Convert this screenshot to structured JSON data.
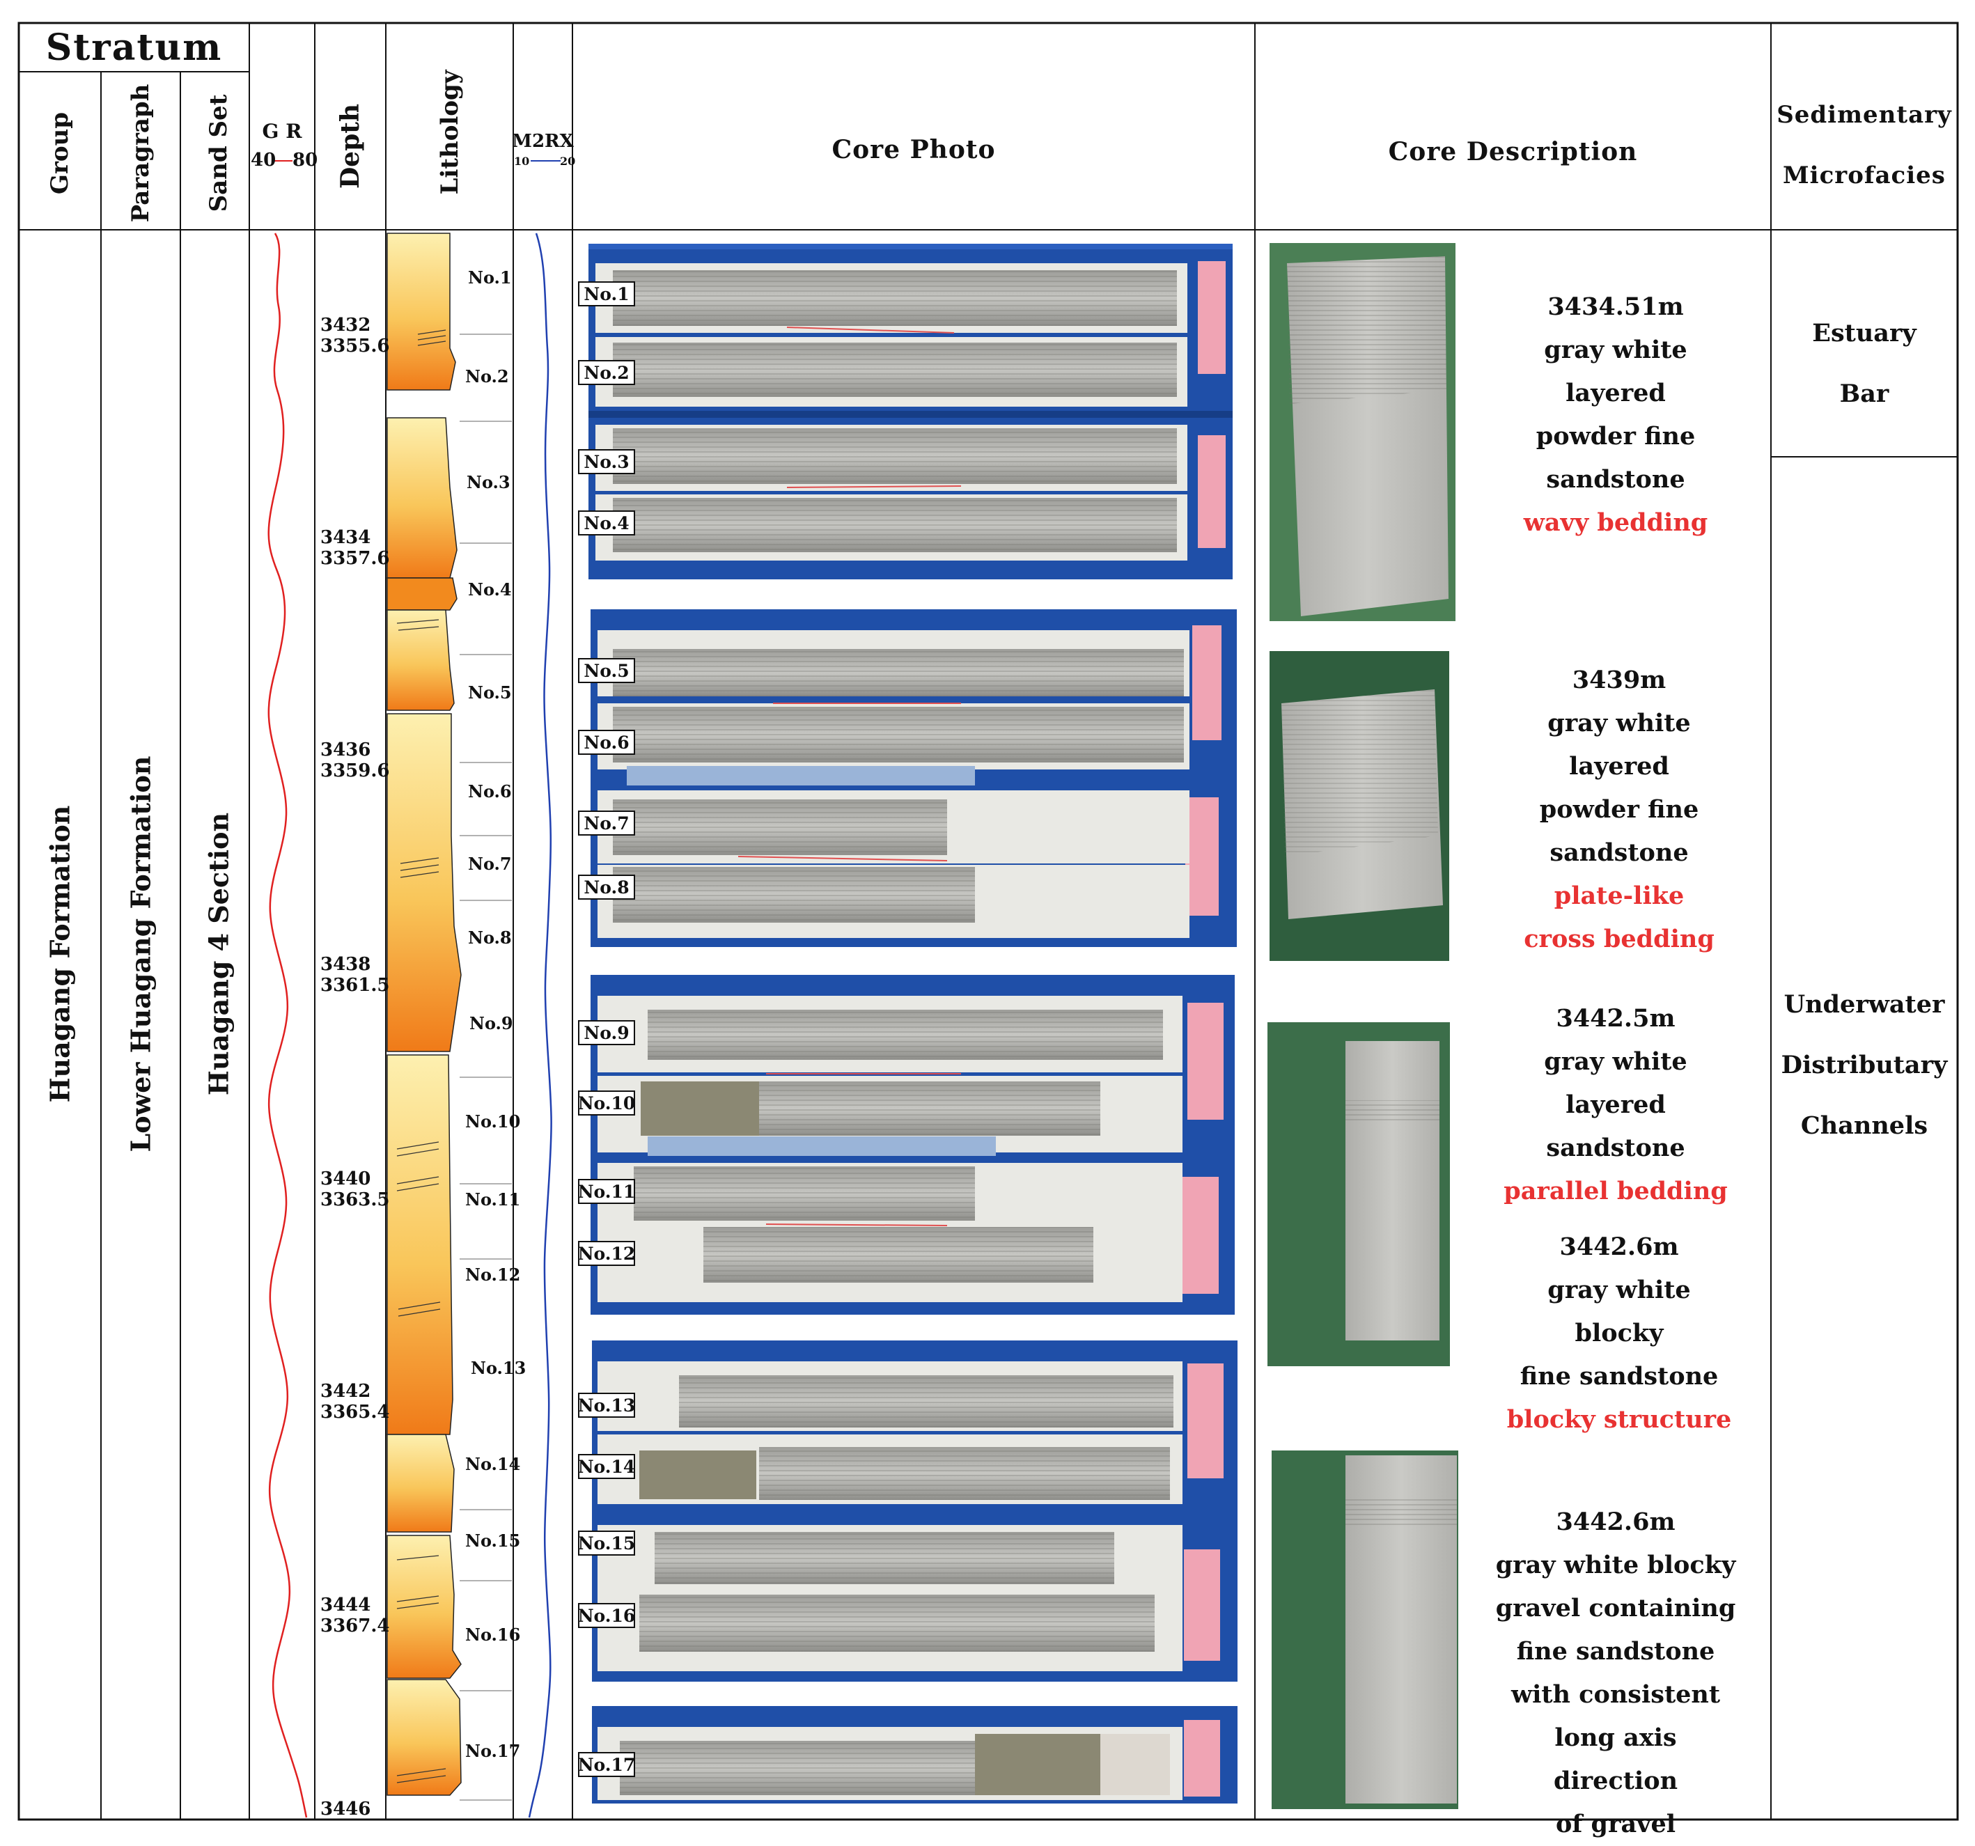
{
  "header": {
    "stratum": "Stratum",
    "group": "Group",
    "paragraph": "Paragraph",
    "sand_set": "Sand Set",
    "gr": "G R",
    "gr_min": "40",
    "gr_max": "80",
    "depth": "Depth",
    "lithology": "Lithology",
    "m2rx": "M2RX",
    "m2rx_min": "10",
    "m2rx_max": "20",
    "core_photo": "Core Photo",
    "core_description": "Core Description",
    "microfacies_line1": "Sedimentary",
    "microfacies_line2": "Microfacies"
  },
  "strata": {
    "group": "Huagang Formation",
    "paragraph": "Lower Huagang Formation",
    "sand_set": "Huagang 4 Section"
  },
  "depth_marks": [
    {
      "md": "3432",
      "tvd": "3355.6"
    },
    {
      "md": "3434",
      "tvd": "3357.6"
    },
    {
      "md": "3436",
      "tvd": "3359.6"
    },
    {
      "md": "3438",
      "tvd": "3361.5"
    },
    {
      "md": "3440",
      "tvd": "3363.5"
    },
    {
      "md": "3442",
      "tvd": "3365.4"
    },
    {
      "md": "3444",
      "tvd": "3367.4"
    },
    {
      "md": "3446",
      "tvd": ""
    }
  ],
  "lithology_labels": [
    "No.1",
    "No.2",
    "No.3",
    "No.4",
    "No.5",
    "No.6",
    "No.7",
    "No.8",
    "No.9",
    "No.10",
    "No.11",
    "No.12",
    "No.13",
    "No.14",
    "No.15",
    "No.16",
    "No.17"
  ],
  "core_tags": [
    "No.1",
    "No.2",
    "No.3",
    "No.4",
    "No.5",
    "No.6",
    "No.7",
    "No.8",
    "No.9",
    "No.10",
    "No.11",
    "No.12",
    "No.13",
    "No.14",
    "No.15",
    "No.16",
    "No.17"
  ],
  "descriptions": [
    {
      "lines": [
        "3434.51m",
        "gray white",
        "layered",
        "powder fine",
        "sandstone"
      ],
      "highlight": [
        "wavy bedding"
      ]
    },
    {
      "lines": [
        "3439m",
        "gray white",
        "layered",
        "powder fine",
        "sandstone"
      ],
      "highlight": [
        "plate-like",
        "cross bedding"
      ]
    },
    {
      "lines": [
        "3442.5m",
        "gray white",
        "layered",
        "sandstone"
      ],
      "highlight": [
        "parallel bedding"
      ]
    },
    {
      "lines": [
        "3442.6m",
        "gray white",
        "blocky",
        "fine sandstone"
      ],
      "highlight": [
        "blocky structure"
      ]
    },
    {
      "lines": [
        "3442.6m",
        "gray white blocky",
        "gravel containing",
        "fine sandstone",
        "with consistent",
        "long axis direction",
        "of gravel"
      ],
      "highlight": []
    }
  ],
  "microfacies": {
    "estuary_line1": "Estuary",
    "estuary_line2": "Bar",
    "channel_line1": "Underwater",
    "channel_line2": "Distributary",
    "channel_line3": "Channels"
  },
  "colors": {
    "gr_curve": "#e02020",
    "m2rx_curve": "#2040b0",
    "highlight_text": "#e83232",
    "sand_light": "#fbe69a",
    "sand_dark": "#f28a1e",
    "tray_blue": "#1f4fa8",
    "core_gray": "#b9b9b5"
  }
}
